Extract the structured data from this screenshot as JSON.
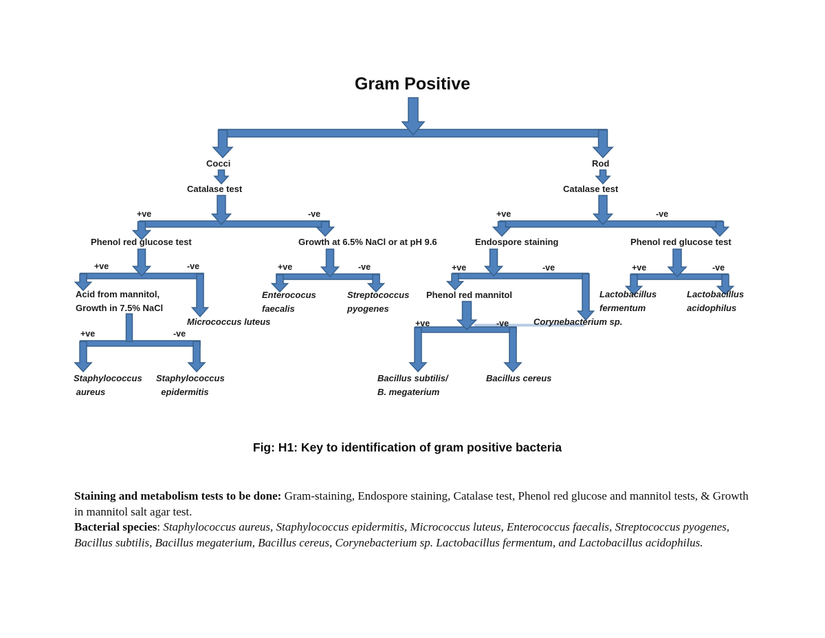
{
  "page": {
    "title": "Gram Positive",
    "caption": "Fig: H1: Key to identification of gram positive bacteria"
  },
  "labels": {
    "pos": "+ve",
    "neg": "-ve"
  },
  "nodes": {
    "cocci": "Cocci",
    "rod": "Rod",
    "catalase_left": "Catalase test",
    "catalase_right": "Catalase test",
    "phenol_glucose_left": "Phenol red glucose test",
    "growth_nacl": "Growth at 6.5% NaCl or at pH 9.6",
    "endospore": "Endospore staining",
    "phenol_glucose_right": "Phenol red glucose test",
    "acid_mannitol": "Acid from mannitol,\nGrowth in 7.5% NaCl",
    "phenol_mannitol": "Phenol red mannitol"
  },
  "species": {
    "micrococcus": "Micrococcus luteus",
    "enterococcus": "Enterococus\nfaecalis",
    "streptococcus": "Streptococcus\npyogenes",
    "corynebacterium": "Corynebacterium sp.",
    "lactobacillus_fermentum": "Lactobacillus\nfermentum",
    "lactobacillus_acidophilus": "Lactobacillus\nacidophilus",
    "staph_aureus": "Staphylococcus\n aureus",
    "staph_epidermitis": "Staphylococcus\n  epidermitis",
    "bacillus_subtilis": "Bacillus subtilis/\nB. megaterium",
    "bacillus_cereus": "Bacillus cereus"
  },
  "notes": {
    "tests_heading": "Staining and metabolism tests to be done:",
    "tests_body": " Gram-staining, Endospore staining, Catalase test, Phenol red glucose and mannitol tests, & Growth in mannitol salt agar test.",
    "species_heading": "Bacterial species",
    "species_colon": ": ",
    "species_body": "Staphylococcus aureus, Staphylococcus epidermitis, Micrococcus luteus, Enterococcus faecalis, Streptococcus pyogenes, Bacillus subtilis, Bacillus megaterium, Bacillus cereus, Corynebacterium sp. Lactobacillus fermentum, and Lactobacillus acidophilus."
  },
  "colors": {
    "arrow_fill": "#4f81bd",
    "arrow_stroke": "#38618c",
    "accent_light": "#b8cce4",
    "text": "#1b1b1b"
  }
}
